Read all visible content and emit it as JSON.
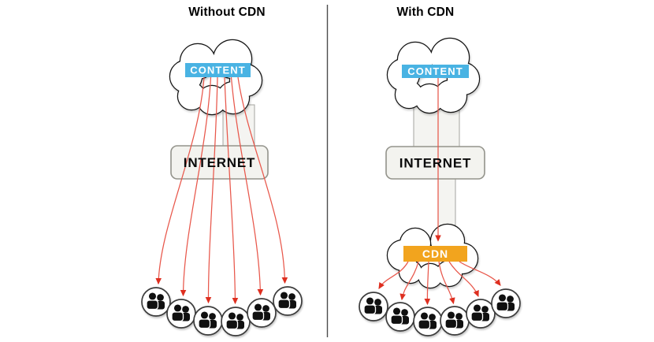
{
  "diagram": {
    "left": {
      "title": "Without CDN",
      "content_label": "CONTENT",
      "internet_label": "INTERNET",
      "user_groups": 6
    },
    "right": {
      "title": "With CDN",
      "content_label": "CONTENT",
      "internet_label": "INTERNET",
      "cdn_label": "CDN",
      "user_groups": 6
    },
    "colors": {
      "content_box": "#49b3e3",
      "cdn_box": "#f2a41e",
      "line_red": "#e8574b",
      "arrow_red": "#de2f20"
    }
  }
}
